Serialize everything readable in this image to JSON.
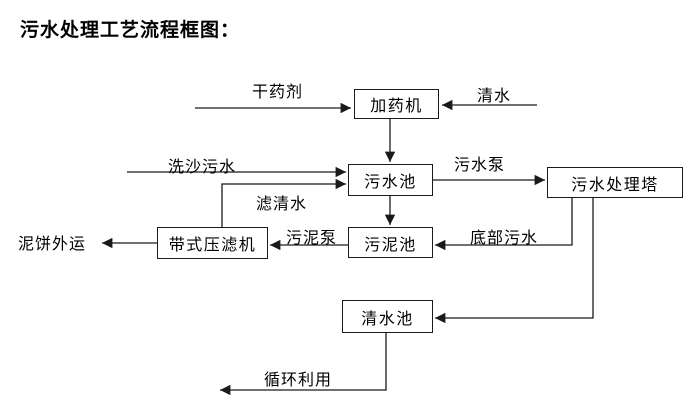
{
  "title": "污水处理工艺流程框图：",
  "colors": {
    "background": "#ffffff",
    "ink": "#1a1a1a",
    "text": "#000000"
  },
  "nodes": [
    {
      "id": "dosing-machine",
      "label": "加药机"
    },
    {
      "id": "sewage-pool",
      "label": "污水池"
    },
    {
      "id": "sewage-treatment-tower",
      "label": "污水处理塔"
    },
    {
      "id": "sludge-pool",
      "label": "污泥池"
    },
    {
      "id": "belt-filter-press",
      "label": "带式压滤机"
    },
    {
      "id": "clean-water-pool",
      "label": "清水池"
    }
  ],
  "edges": [
    {
      "from": "dry-chemical-source",
      "to": "dosing-machine",
      "label": "干药剂"
    },
    {
      "from": "clean-water-source",
      "to": "dosing-machine",
      "label": "清水"
    },
    {
      "from": "dosing-machine",
      "to": "sewage-pool",
      "label": ""
    },
    {
      "from": "sand-washing",
      "to": "sewage-pool",
      "label": "洗沙污水"
    },
    {
      "from": "belt-filter-press",
      "to": "sewage-pool",
      "label": "滤清水"
    },
    {
      "from": "sewage-pool",
      "to": "sewage-treatment-tower",
      "label": "污水泵"
    },
    {
      "from": "sewage-pool",
      "to": "sludge-pool",
      "label": ""
    },
    {
      "from": "sewage-treatment-tower",
      "to": "sludge-pool",
      "label": "底部污水"
    },
    {
      "from": "sludge-pool",
      "to": "belt-filter-press",
      "label": "污泥泵"
    },
    {
      "from": "sewage-treatment-tower",
      "to": "clean-water-pool",
      "label": ""
    },
    {
      "from": "belt-filter-press",
      "to": "outside-transport",
      "label": "泥饼外运"
    },
    {
      "from": "clean-water-pool",
      "to": "recycling",
      "label": "循环利用"
    }
  ]
}
